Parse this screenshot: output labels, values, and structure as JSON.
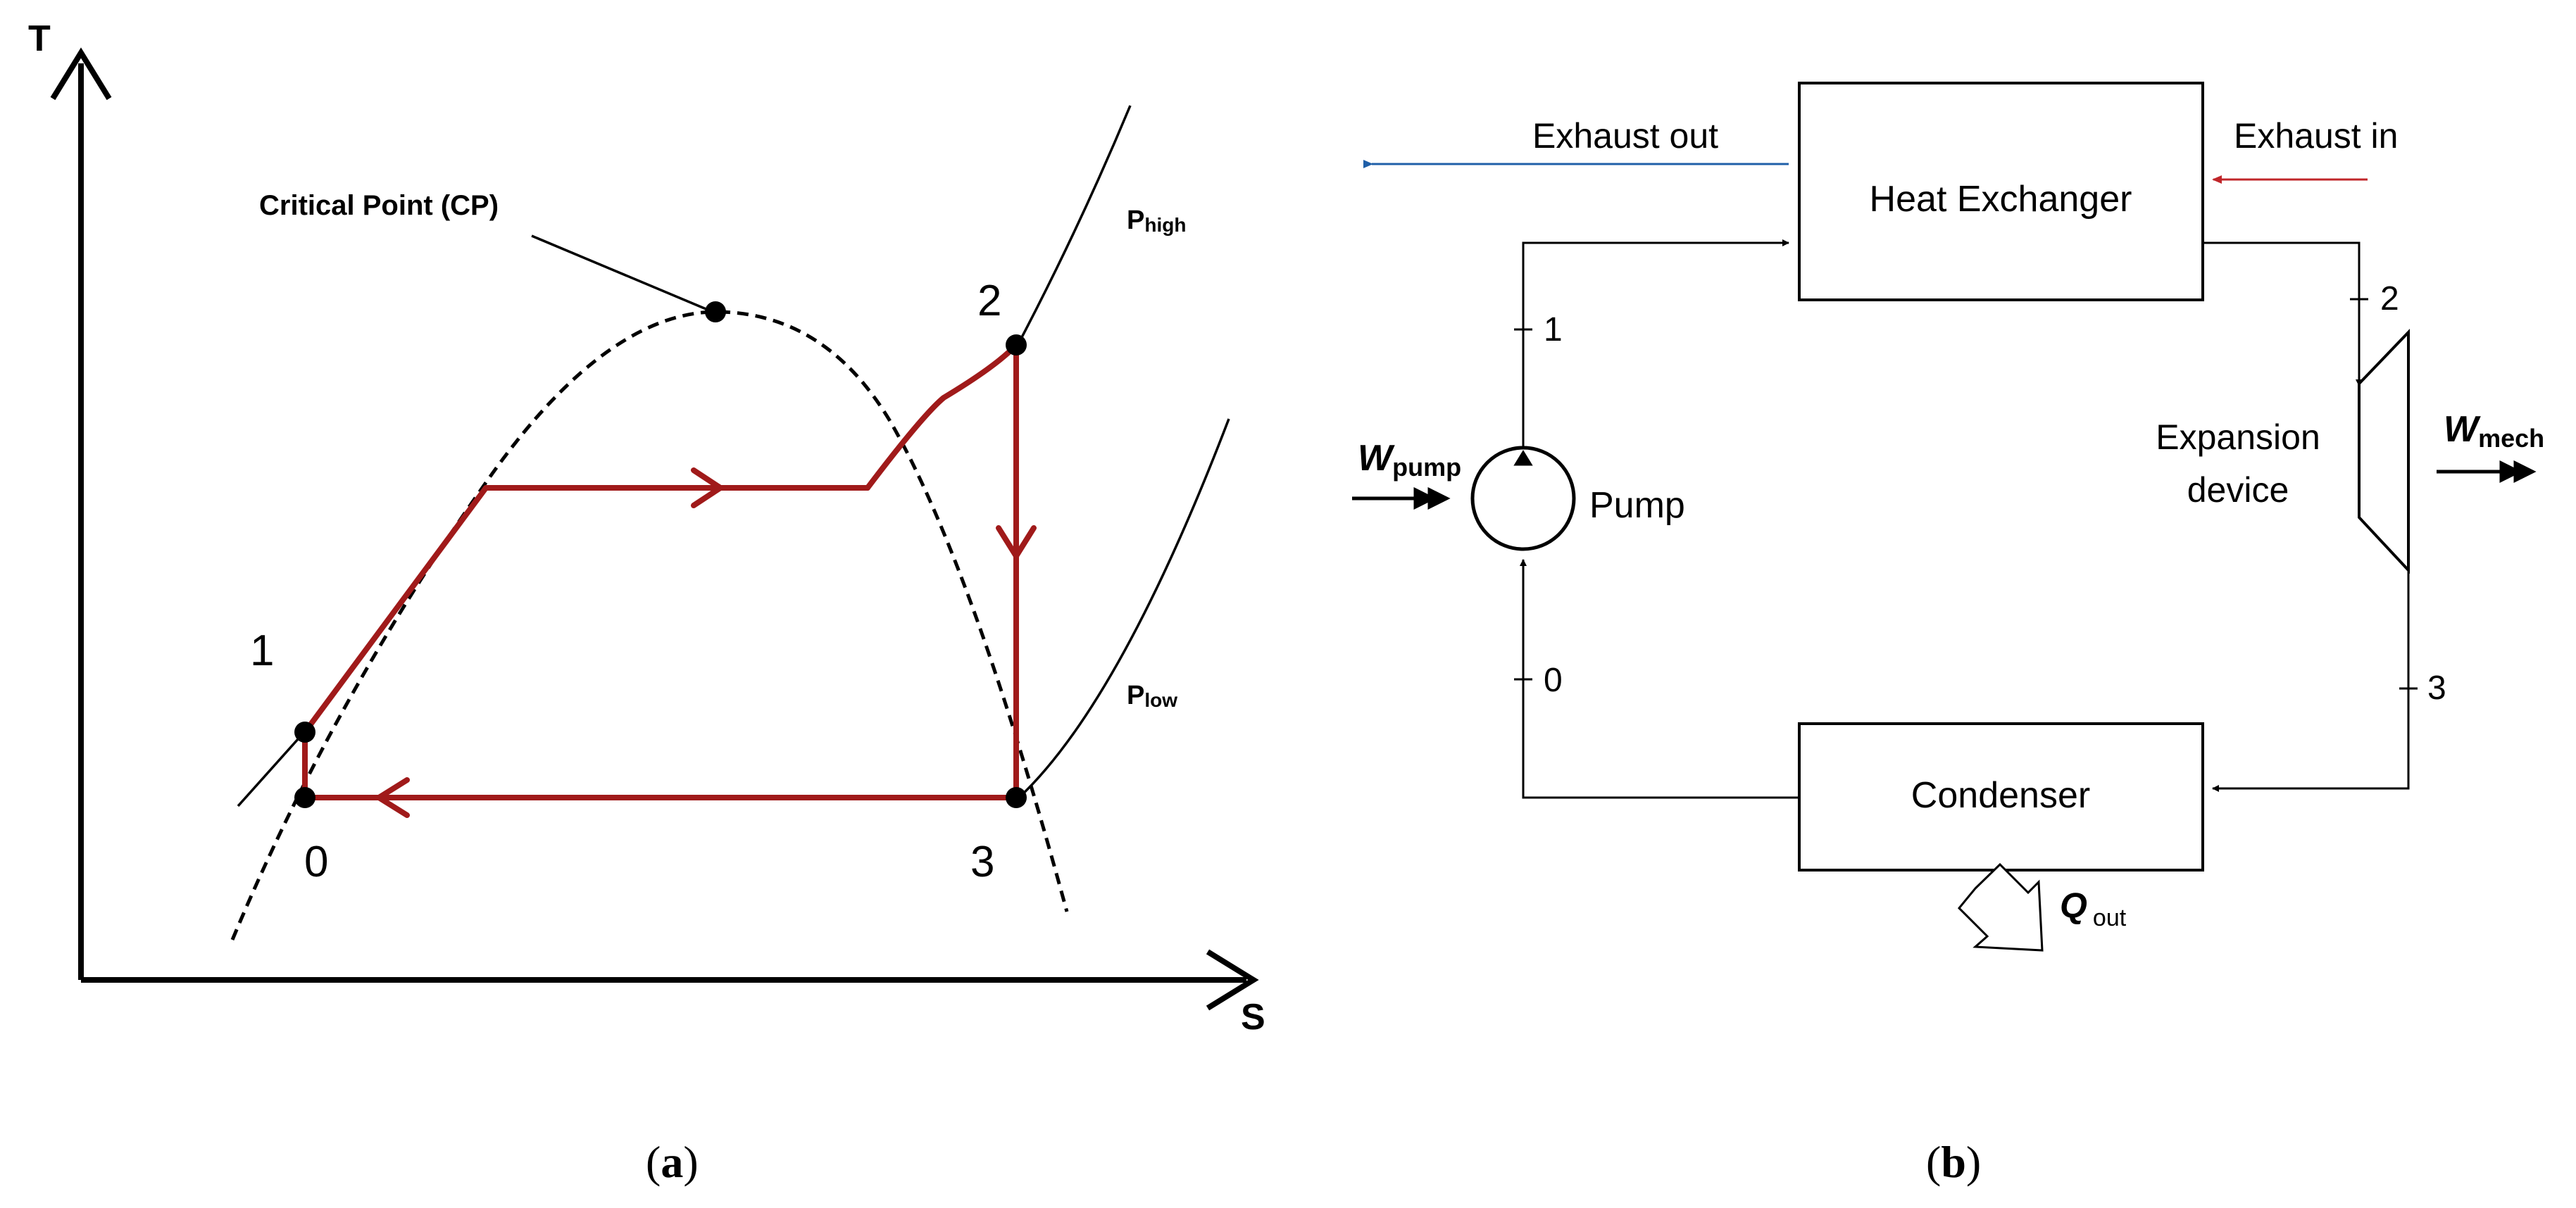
{
  "panel_a": {
    "axis_y_label": "T",
    "axis_x_label": "S",
    "critical_point_label": "Critical Point (CP)",
    "p_high": {
      "base": "P",
      "sub": "high"
    },
    "p_low": {
      "base": "P",
      "sub": "low"
    },
    "points": {
      "p0": "0",
      "p1": "1",
      "p2": "2",
      "p3": "3"
    },
    "caption": {
      "open": "(",
      "letter": "a",
      "close": ")"
    },
    "colors": {
      "cycle": "#a01a1a",
      "axes": "#000000"
    }
  },
  "panel_b": {
    "heat_exchanger": "Heat Exchanger",
    "condenser": "Condenser",
    "pump": "Pump",
    "expansion_line1": "Expansion",
    "expansion_line2": "device",
    "exhaust_out": "Exhaust out",
    "exhaust_in": "Exhaust in",
    "w_pump": {
      "base": "W",
      "sub": "pump"
    },
    "w_mech": {
      "base": "W",
      "sub": "mech"
    },
    "q_out": {
      "base": "Q",
      "sub": "out"
    },
    "states": {
      "s0": "0",
      "s1": "1",
      "s2": "2",
      "s3": "3"
    },
    "caption": {
      "open": "(",
      "letter": "b",
      "close": ")"
    },
    "colors": {
      "exhaust_out": "#1f5fa8",
      "exhaust_in": "#c0262a"
    }
  }
}
